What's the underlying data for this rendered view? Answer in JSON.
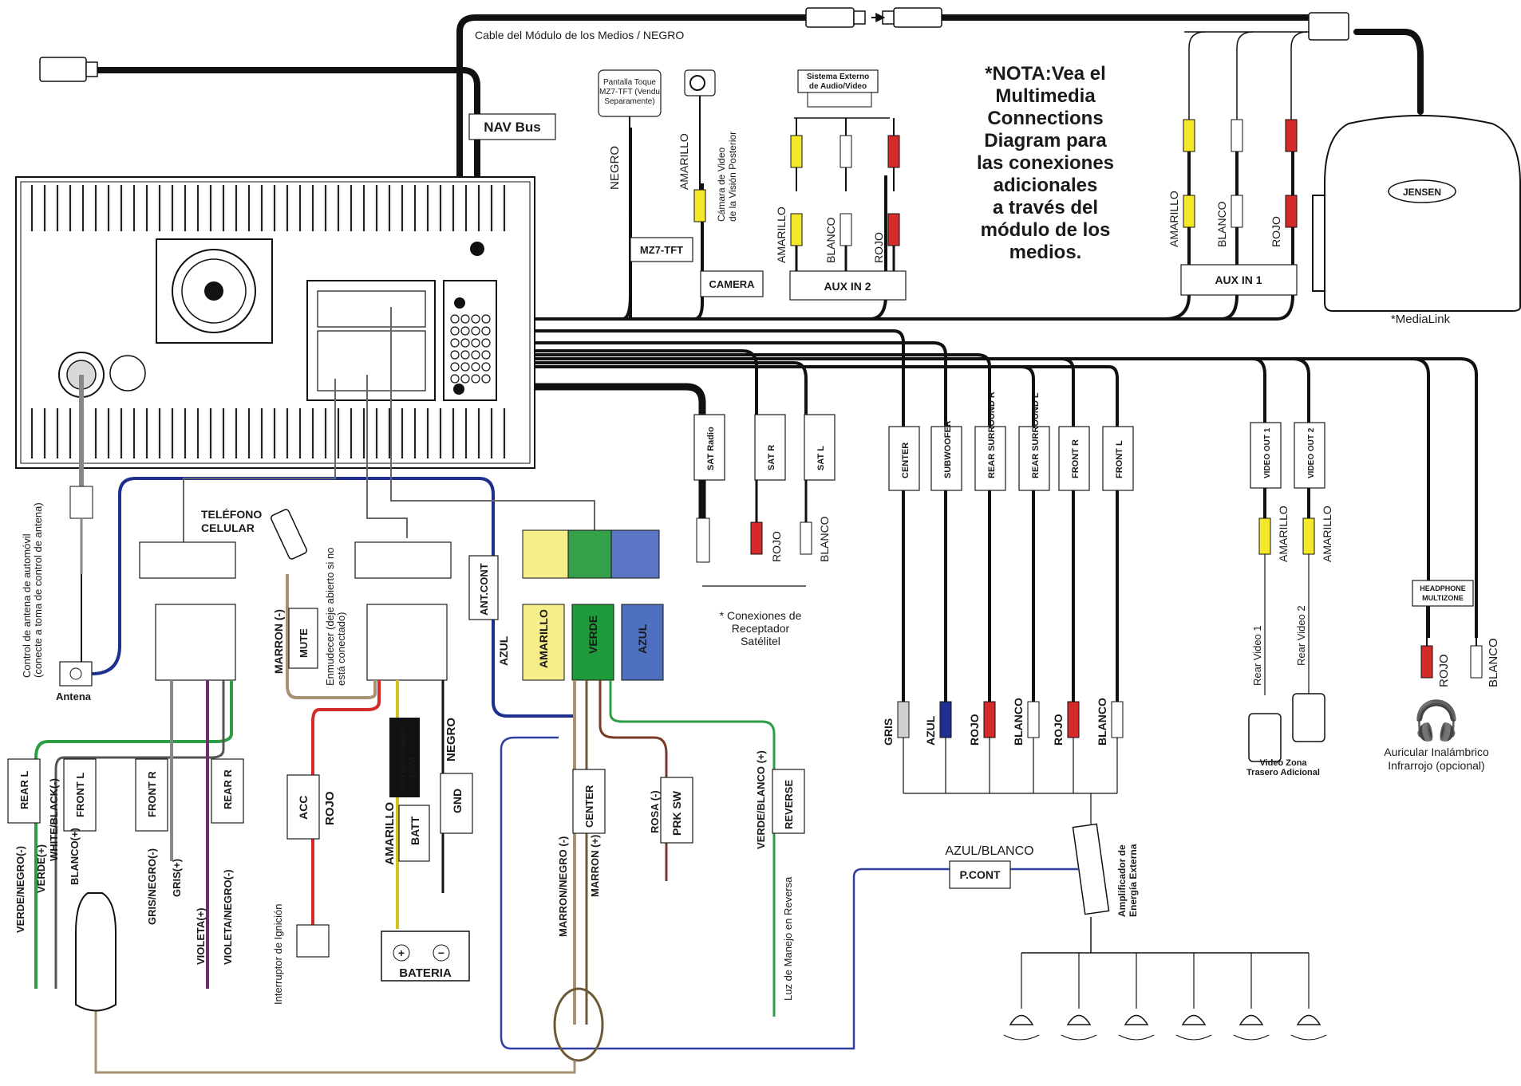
{
  "top_cable": {
    "label": "Cable del Módulo de los Medios / NEGRO"
  },
  "nav_bus": {
    "label": "NAV Bus"
  },
  "note": {
    "lines": [
      "*NOTA:Vea el",
      "Multimedia",
      "Connections",
      "Diagram para",
      "las conexiones",
      "adicionales",
      "a través del",
      "módulo de los",
      "medios."
    ]
  },
  "medialink": {
    "label": "*MediaLink",
    "brand": "JENSEN"
  },
  "screen": {
    "lines": [
      "Pantalla Toque",
      "MZ7-TFT (Vendu",
      "Separamente)"
    ],
    "wire_color": "NEGRO",
    "box_label": "MZ7-TFT"
  },
  "camera": {
    "wire_color": "AMARILLO",
    "caption_lines": [
      "Cámara de Video",
      "de la Visión Posterior"
    ],
    "box_label": "CAMERA"
  },
  "aux_in_2": {
    "device_lines": [
      "Sistema Externo",
      "de Audio/Video"
    ],
    "wires": [
      "AMARILLO",
      "BLANCO",
      "ROJO"
    ],
    "box_label": "AUX IN 2"
  },
  "aux_in_1": {
    "wires": [
      "AMARILLO",
      "BLANCO",
      "ROJO"
    ],
    "box_label": "AUX IN 1"
  },
  "sat": {
    "boxes": [
      "SAT Radio",
      "SAT R",
      "SAT L"
    ],
    "wires": [
      "ROJO",
      "BLANCO"
    ],
    "caption_lines": [
      "* Conexiones de",
      "Receptador",
      "Satélitel"
    ]
  },
  "preouts": {
    "boxes": [
      "CENTER",
      "SUBWOOFER",
      "REAR SURROUND R",
      "REAR SURROUND L",
      "FRONT R",
      "FRONT L"
    ],
    "plug_colors": [
      "GRIS",
      "AZUL",
      "ROJO",
      "BLANCO",
      "ROJO",
      "BLANCO"
    ]
  },
  "amplifier": {
    "label_lines": [
      "Amplificador de",
      "Energía Externa"
    ],
    "pcont_wire": "AZUL/BLANCO",
    "pcont_box": "P.CONT"
  },
  "video_out": {
    "boxes": [
      "VIDEO OUT 1",
      "VIDEO OUT 2"
    ],
    "wires": [
      "AMARILLO",
      "AMARILLO"
    ],
    "monitors": [
      "Rear Video 1",
      "Rear Video 2"
    ],
    "caption_lines": [
      "Video Zona",
      "Trasero Adicional"
    ]
  },
  "headphone": {
    "box_lines": [
      "HEADPHONE",
      "MULTIZONE"
    ],
    "wires": [
      "ROJO",
      "BLANCO"
    ],
    "caption_lines": [
      "Auricular Inalámbrico",
      "Infrarrojo (opcional)"
    ]
  },
  "antenna": {
    "caption_lines": [
      "Control de antena de automóvil",
      "(conecte a toma de control de antena)"
    ],
    "label": "Antena"
  },
  "phone": {
    "lines": [
      "TELÉFONO",
      "CELULAR"
    ]
  },
  "mute": {
    "wire": "MARRON (-)",
    "box": "MUTE",
    "caption_lines": [
      "Enmudecer (deje abierto si no",
      "está conectado)"
    ]
  },
  "power": {
    "acc_box": "ACC",
    "acc_wire": "ROJO",
    "ignition": "Interruptor de Ignición",
    "fuse_lines": [
      "FILTER/FUSIBLE",
      "(20A)"
    ],
    "batt_wire": "AMARILLO",
    "batt_box": "BATT",
    "gnd_wire": "NEGRO",
    "gnd_box": "GND",
    "battery": "BATERIA"
  },
  "ant_cont": {
    "box": "ANT.CONT",
    "wire": "AZUL"
  },
  "connectors": {
    "yellow": "AMARILLO",
    "green": "VERDE",
    "blue": "AZUL"
  },
  "lower": {
    "center_box": "CENTER",
    "center_wires": [
      "MARRON/NEGRO (-)",
      "MARRON (+)"
    ],
    "prk_box": "PRK SW",
    "prk_wire": "ROSA (-)",
    "reverse_box": "REVERSE",
    "reverse_wire": "VERDE/BLANCO (+)",
    "reverse_caption": "Luz de Manejo en Reversa"
  },
  "speakers": {
    "boxes": [
      "REAR L",
      "FRONT R",
      "REAR R"
    ],
    "front_l_box": "FRONT L",
    "wires": [
      "VERDE/NEGRO(-)",
      "VERDE(+)",
      "WHITE/BLACK(-)",
      "BLANCO(+)",
      "GRIS/NEGRO(-)",
      "GRIS(+)",
      "VIOLETA(+)",
      "VIOLETA/NEGRO(-)"
    ]
  },
  "colors": {
    "yellow": "#f5ee8a",
    "green": "#1f9a3a",
    "blue": "#4f6fbf",
    "red": "#d42a2a",
    "navy": "#1f2f8f",
    "brown": "#a89070",
    "wire_green": "#2e9e46",
    "wire_violet": "#6b2d6b"
  }
}
